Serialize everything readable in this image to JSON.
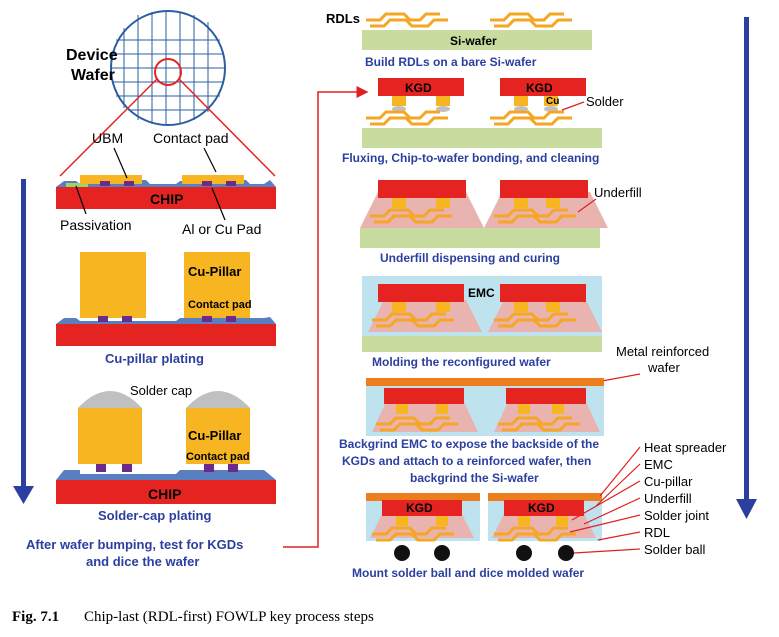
{
  "left_column": {
    "device_wafer_label_line1": "Device",
    "device_wafer_label_line2": "Wafer",
    "ubm_label": "UBM",
    "contact_pad_label": "Contact pad",
    "chip_label": "CHIP",
    "passivation_label": "Passivation",
    "al_cu_pad_label": "Al or Cu Pad",
    "cu_pillar_label": "Cu-Pillar",
    "contact_pad_inner_label": "Contact pad",
    "cu_pillar_plating_caption": "Cu-pillar plating",
    "solder_cap_label": "Solder cap",
    "cu_pillar_label_2": "Cu-Pillar",
    "contact_pad_inner_label_2": "Contact pad",
    "chip_label_2": "CHIP",
    "solder_cap_plating_caption": "Solder-cap plating",
    "after_bumping_line1": "After wafer bumping, test for KGDs",
    "after_bumping_line2": "and dice the wafer"
  },
  "right_column": {
    "rdls_label": "RDLs",
    "si_wafer_label": "Si-wafer",
    "step1_caption": "Build RDLs on a bare Si-wafer",
    "kgd_label_a": "KGD",
    "kgd_label_b": "KGD",
    "cu_label": "Cu",
    "solder_label": "Solder",
    "step2_caption": "Fluxing, Chip-to-wafer bonding, and cleaning",
    "underfill_label": "Underfill",
    "step3_caption": "Underfill dispensing and curing",
    "emc_label": "EMC",
    "step4_caption": "Molding the reconfigured wafer",
    "metal_reinforced_line1": "Metal reinforced",
    "metal_reinforced_line2": "wafer",
    "step5_line1": "Backgrind EMC to expose the backside of the",
    "step5_line2": "KGDs and attach to a reinforced wafer, then",
    "step5_line3": "backgrind the Si-wafer",
    "kgd_label_c": "KGD",
    "kgd_label_d": "KGD",
    "legend_heat_spreader": "Heat spreader",
    "legend_emc": "EMC",
    "legend_cu_pillar": "Cu-pillar",
    "legend_underfill": "Underfill",
    "legend_solder_joint": "Solder joint",
    "legend_rdl": "RDL",
    "legend_solder_ball": "Solder ball",
    "step6_caption": "Mount solder ball and dice molded wafer"
  },
  "figure_caption": {
    "number": "Fig. 7.1",
    "text": "Chip-last (RDL-first) FOWLP key process steps"
  },
  "colors": {
    "chip_red": "#e52421",
    "pillar_yellow": "#f7b621",
    "ubm_purple": "#6b2a8c",
    "passivation_blue": "#5a7fc0",
    "step_caption_blue": "#2b3f9e",
    "si_wafer_green": "#c8dca0",
    "emc_blue": "#bfe3ee",
    "underfill_pink": "#e9b3b0",
    "heat_spreader_orange": "#ee7d1e",
    "arrow_blue": "#2b3f9e",
    "connector_red": "#e02020"
  }
}
